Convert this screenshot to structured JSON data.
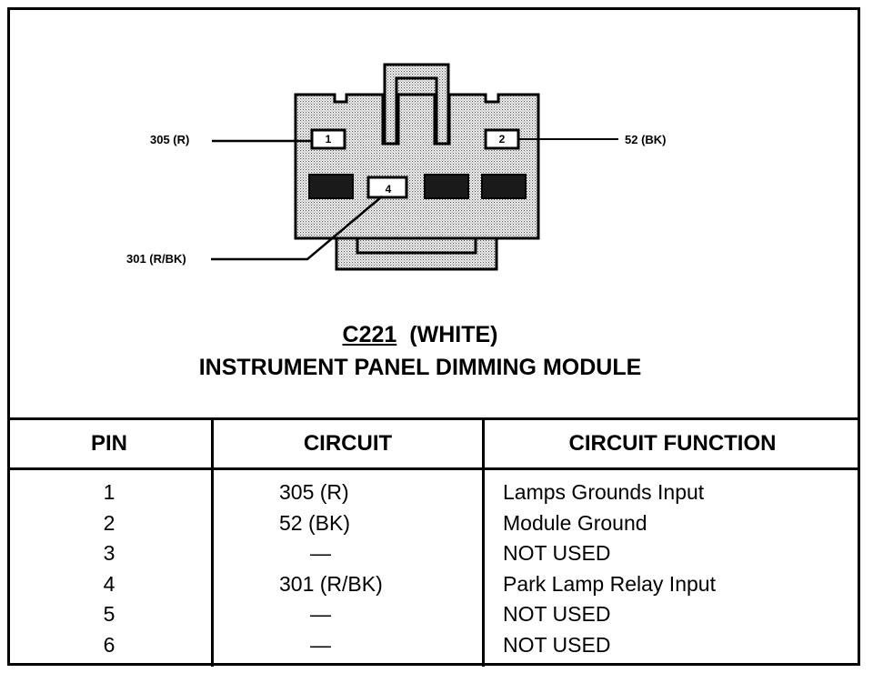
{
  "connector": {
    "id": "C221",
    "color": "(WHITE)",
    "name": "INSTRUMENT PANEL DIMMING MODULE",
    "wire_labels": {
      "pin1": "305 (R)",
      "pin2": "52 (BK)",
      "pin4": "301 (R/BK)"
    },
    "cavity_numbers": {
      "pin1": "1",
      "pin2": "2",
      "pin4": "4"
    }
  },
  "table": {
    "headers": {
      "pin": "PIN",
      "circuit": "CIRCUIT",
      "function": "CIRCUIT FUNCTION"
    },
    "rows": [
      {
        "pin": "1",
        "circuit": "305 (R)",
        "function": "Lamps Grounds Input"
      },
      {
        "pin": "2",
        "circuit": "52 (BK)",
        "function": "Module Ground"
      },
      {
        "pin": "3",
        "circuit": "—",
        "function": "NOT USED"
      },
      {
        "pin": "4",
        "circuit": "301 (R/BK)",
        "function": "Park Lamp Relay Input"
      },
      {
        "pin": "5",
        "circuit": "—",
        "function": "NOT USED"
      },
      {
        "pin": "6",
        "circuit": "—",
        "function": "NOT USED"
      }
    ]
  }
}
